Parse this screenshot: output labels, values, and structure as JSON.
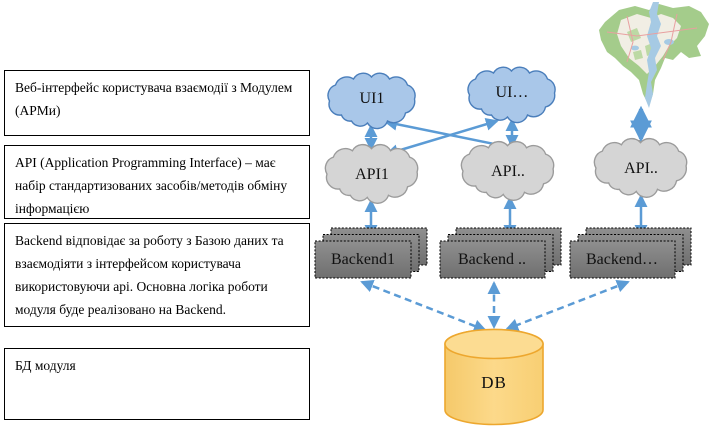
{
  "annotations": [
    {
      "id": "web-ui-note",
      "text": "Веб-інтерфейс користувача взаємодії з Модулем (АРМи)"
    },
    {
      "id": "api-note",
      "text": "API (Application Programming Interface) – має набір стандартизованих засобів/методів обміну інформацією"
    },
    {
      "id": "backend-note",
      "text": "Backend відповідає за роботу з Базою даних та взаємодіяти з інтерфейсом користувача використовуючи api. Основна логіка роботи модуля буде реалізовано на Backend."
    },
    {
      "id": "db-note",
      "text": "БД модуля"
    }
  ],
  "diagram": {
    "ui_nodes": [
      {
        "label": "UI1"
      },
      {
        "label": "UI…"
      }
    ],
    "api_nodes": [
      {
        "label": "API1"
      },
      {
        "label": "API.."
      },
      {
        "label": "API.."
      }
    ],
    "backend_nodes": [
      {
        "label": "Backend1"
      },
      {
        "label": "Backend .."
      },
      {
        "label": "Backend…"
      }
    ],
    "db_node": {
      "label": "DB"
    },
    "images": [
      {
        "name": "kyiv-city-map"
      }
    ],
    "colors": {
      "arrow": "#5B9BD5",
      "ui_cloud_fill": "#A9C7E9",
      "ui_cloud_border": "#4A7EBB",
      "api_cloud_fill": "#D5D5D5",
      "api_cloud_border": "#9B9B9B",
      "backend_fill": "#7F7F7F",
      "backend_border": "#000000",
      "db_fill": "#FBD472",
      "db_border": "#EDA72E",
      "map_green": "#A4CC8B",
      "map_river": "#A6CAE4"
    }
  }
}
